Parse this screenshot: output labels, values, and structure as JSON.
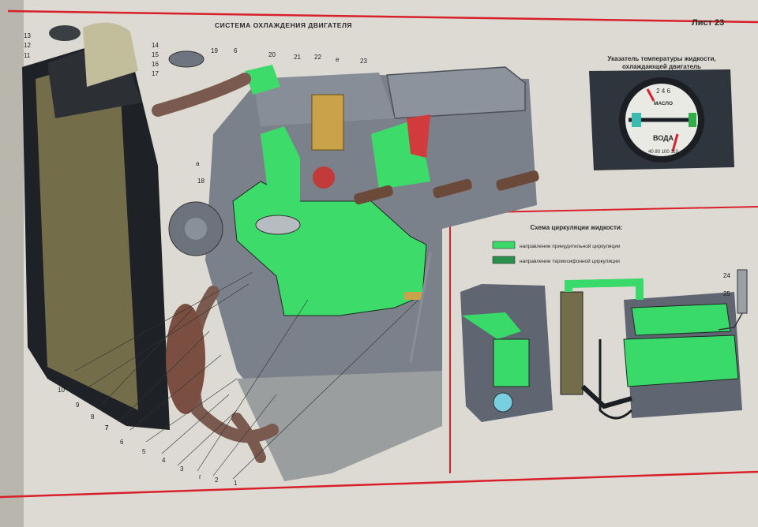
{
  "sheet": {
    "title": "СИСТЕМА ОХЛАЖДЕНИЯ ДВИГАТЕЛЯ",
    "sheet_label": "Лист 23"
  },
  "gauge": {
    "caption_line1": "Указатель температуры жидкости,",
    "caption_line2": "охлаждающей двигатель",
    "top_numbers": "2 4 6",
    "oil_label": "МАСЛО",
    "water_label": "ВОДА",
    "bottom_numbers": "40 80 100 110"
  },
  "scheme": {
    "title": "Схема циркуляции жидкости:",
    "legend": [
      "направление принудительной циркуляции",
      "направление термосифонной циркуляции"
    ],
    "callouts": [
      "24",
      "25"
    ]
  },
  "callouts_left": [
    "13",
    "12",
    "11",
    "14",
    "15",
    "16",
    "17",
    "19",
    "6",
    "20",
    "21",
    "22",
    "е",
    "23",
    "а",
    "18"
  ],
  "callouts_bottom": [
    "10",
    "9",
    "8",
    "7",
    "6",
    "5",
    "4",
    "3",
    "г",
    "2",
    "1"
  ],
  "colors": {
    "coolant_green": "#39d96a",
    "frame_red": "#d8202a",
    "engine_gray": "#6e7480",
    "radiator_olive": "#6f6a48",
    "hose_brown": "#7a5a4e"
  }
}
